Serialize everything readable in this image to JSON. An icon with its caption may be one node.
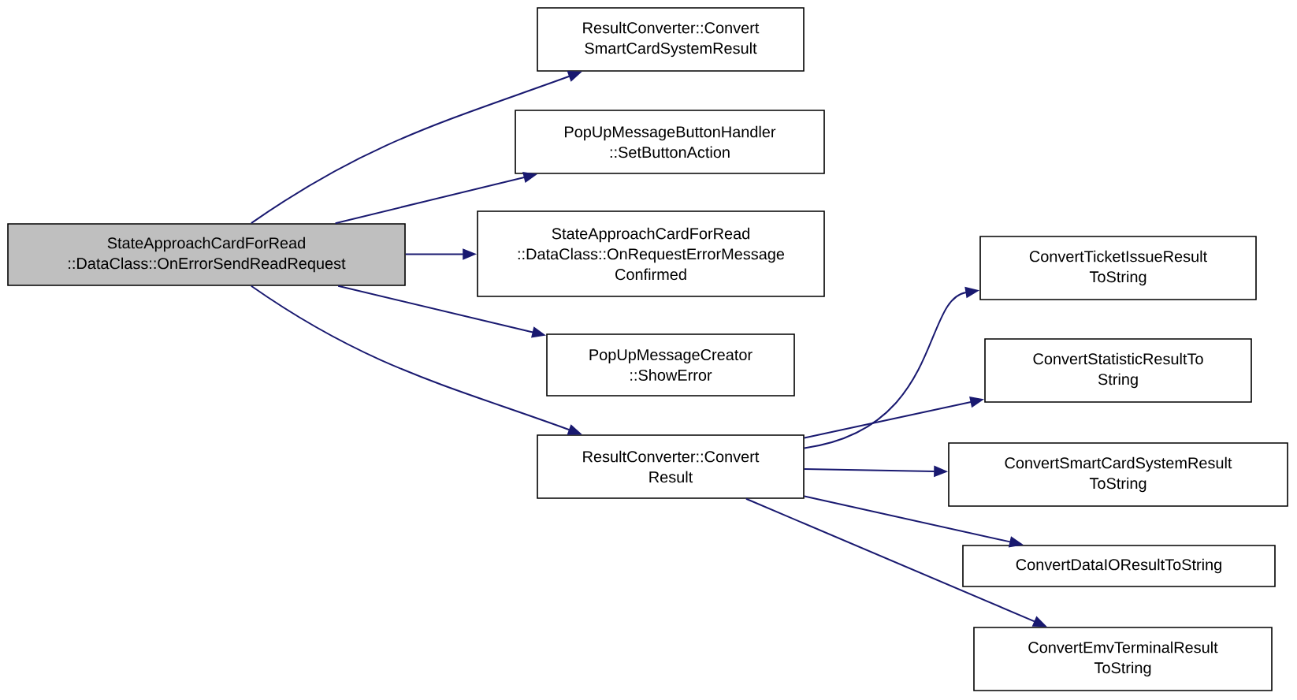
{
  "diagram": {
    "nodes": [
      {
        "text": [
          "StateApproachCardForRead ::DataClass::OnErrorSendReadRequest"
        ]
      },
      {
        "text": [
          "ResultConverter::Convert SmartCardSystemResult"
        ]
      },
      {
        "text": [
          "PopUpMessageButtonHandler ::SetButtonAction"
        ]
      },
      {
        "text": [
          "StateApproachCardForRead ::DataClass::OnRequestErrorMessage Confirmed"
        ]
      },
      {
        "text": [
          "PopUpMessageCreator ::ShowError"
        ]
      },
      {
        "text": [
          "ResultConverter::Convert Result"
        ]
      },
      {
        "text": [
          "ConvertTicketIssueResult ToString"
        ]
      },
      {
        "text": [
          "ConvertStatisticResultTo String"
        ]
      },
      {
        "text": [
          "ConvertSmartCardSystemResult ToString"
        ]
      },
      {
        "text": [
          "ConvertDataIOResultToString"
        ]
      },
      {
        "text": [
          "ConvertEmvTerminalResult ToString"
        ]
      }
    ],
    "edges": [
      {
        "from": 0,
        "to": 1,
        "arrow": "to"
      },
      {
        "from": 0,
        "to": 2,
        "arrow": "to"
      },
      {
        "from": 0,
        "to": 3,
        "arrow": "to"
      },
      {
        "from": 0,
        "to": 4,
        "arrow": "to"
      },
      {
        "from": 0,
        "to": 5,
        "arrow": "to"
      },
      {
        "from": 5,
        "to": 6,
        "arrow": "to"
      },
      {
        "from": 5,
        "to": 7,
        "arrow": "to"
      },
      {
        "from": 5,
        "to": 8,
        "arrow": "to"
      },
      {
        "from": 5,
        "to": 9,
        "arrow": "to"
      },
      {
        "from": 5,
        "to": 10,
        "arrow": "to"
      }
    ]
  }
}
